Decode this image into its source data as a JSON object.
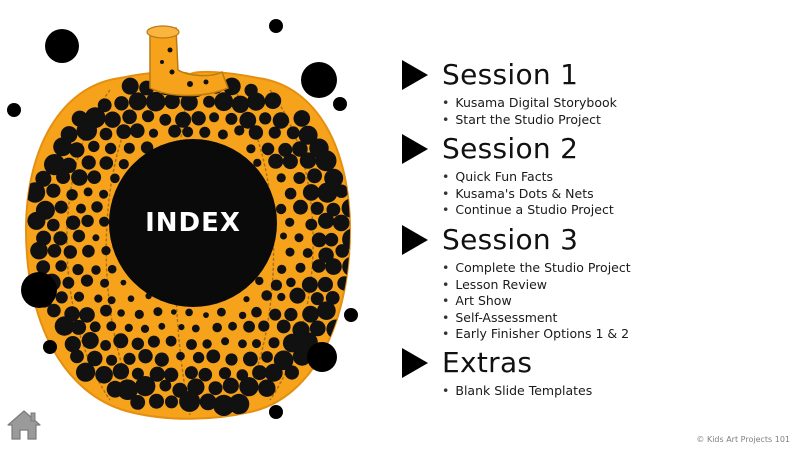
{
  "index_label": "INDEX",
  "colors": {
    "pumpkin": "#f7a21b",
    "dots": "#111111",
    "text": "#111111",
    "background": "#ffffff"
  },
  "sessions": [
    {
      "title": "Session 1",
      "items": [
        "Kusama Digital Storybook",
        "Start the Studio Project"
      ]
    },
    {
      "title": "Session 2",
      "items": [
        "Quick Fun Facts",
        "Kusama's Dots & Nets",
        "Continue a Studio Project"
      ]
    },
    {
      "title": "Session 3",
      "items": [
        "Complete the Studio Project",
        "Lesson Review",
        "Art Show",
        "Self-Assessment",
        "Early Finisher Options 1 & 2"
      ]
    },
    {
      "title": "Extras",
      "items": [
        "Blank Slide Templates"
      ]
    }
  ],
  "icons": {
    "home": "home-icon",
    "play": "play-triangle-icon"
  },
  "footer": {
    "copyright": "© Kids Art Projects 101"
  }
}
